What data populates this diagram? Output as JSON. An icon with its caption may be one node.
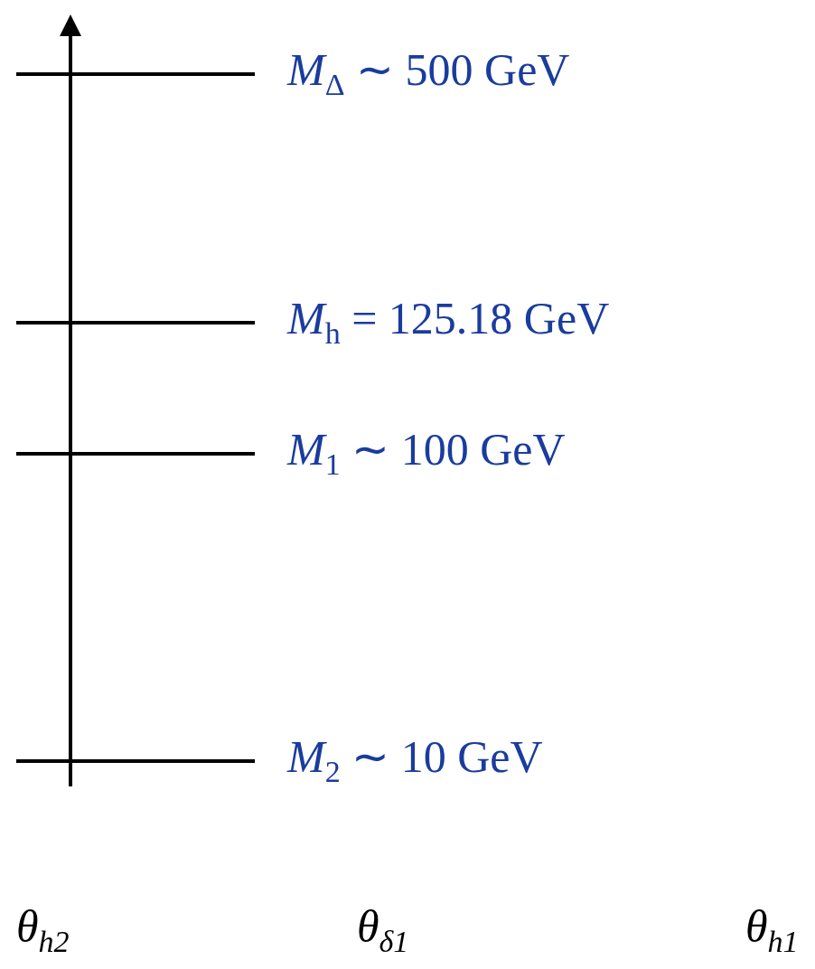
{
  "diagram": {
    "labels": [
      "*M*$_{Δ}$ ∼ 500 GeV",
      "*M*$_{h}$ = 125.18 GeV",
      "*M*$_{1}$ ∼ 100 GeV",
      "*M*$_{2}$ ∼ 10 GeV",
      "*θ*$_{h2}$",
      "*θ*$_{δ1}$",
      "*θ*$_{h1}$"
    ]
  }
}
